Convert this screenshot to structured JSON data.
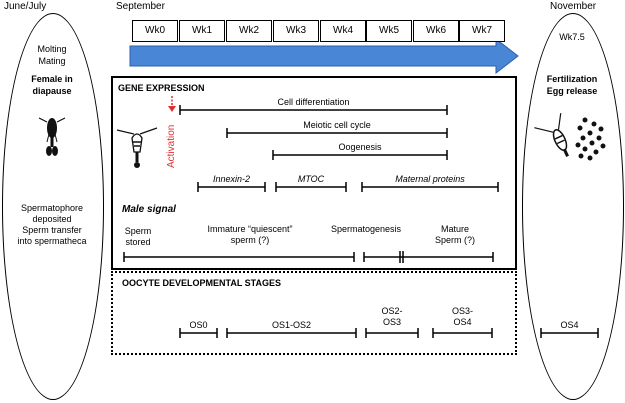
{
  "months": {
    "left": "June/July",
    "middle": "September",
    "right": "November"
  },
  "weeks": [
    "Wk0",
    "Wk1",
    "Wk2",
    "Wk3",
    "Wk4",
    "Wk5",
    "Wk6",
    "Wk7"
  ],
  "left_panel": {
    "line1": "Molting",
    "line2": "Mating",
    "female_line1": "Female in",
    "female_line2": "diapause",
    "sperm_line1": "Spermatophore",
    "sperm_line2": "deposited",
    "sperm_line3": "Sperm transfer",
    "sperm_line4": "into spermatheca"
  },
  "right_panel": {
    "week": "Wk7.5",
    "line1": "Fertilization",
    "line2": "Egg release"
  },
  "gene_expression": {
    "title": "GENE EXPRESSION",
    "activation": "Activation",
    "cell_differentiation": "Cell differentiation",
    "meiotic": "Meiotic cell cycle",
    "oogenesis": "Oogenesis",
    "innexin": "Innexin-2",
    "mtoc": "MTOC",
    "maternal": "Maternal proteins",
    "male_signal": "Male signal",
    "sperm_stored_1": "Sperm",
    "sperm_stored_2": "stored",
    "immature_1": "Immature “quiescent”",
    "immature_2": "sperm (?)",
    "spermatogenesis": "Spermatogenesis",
    "mature_1": "Mature",
    "mature_2": "Sperm (?)"
  },
  "oocyte": {
    "title": "OOCYTE DEVELOPMENTAL STAGES",
    "os0": "OS0",
    "os1": "OS1-OS2",
    "os2_1": "OS2-",
    "os2_2": "OS3",
    "os3_1": "OS3-",
    "os3_2": "OS4",
    "os4": "OS4"
  },
  "colors": {
    "arrow": "#4a86d6",
    "activation": "#e03030"
  },
  "icons": [
    "copepod-female-icon",
    "copepod-male-icon",
    "copepod-egg-release-icon"
  ]
}
